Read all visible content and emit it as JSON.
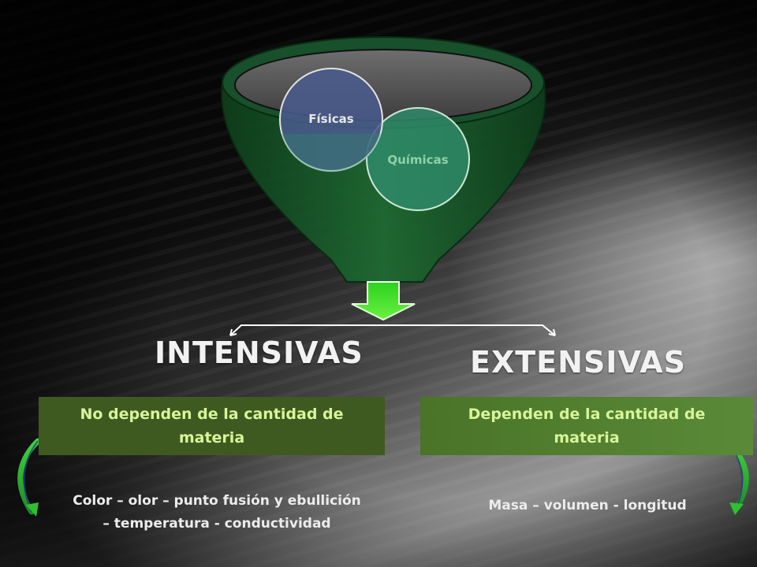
{
  "funnel": {
    "circles": [
      {
        "label": "Físicas",
        "color": "#4a5a8c"
      },
      {
        "label": "Químicas",
        "color": "#2f8a69"
      }
    ],
    "funnel_color": "#1c5a2c",
    "arrow_color": "#33dd2a"
  },
  "intensive": {
    "heading": "INTENSIVAS",
    "description": "No dependen de la cantidad de materia",
    "examples_line1": "Color – olor – punto  fusión y ebullición",
    "examples_line2": "– temperatura  - conductividad",
    "box_color": "#3f5a20"
  },
  "extensive": {
    "heading": "EXTENSIVAS",
    "description": "Dependen de la cantidad de materia",
    "examples": "Masa – volumen - longitud",
    "box_color": "#4d7a2c"
  }
}
